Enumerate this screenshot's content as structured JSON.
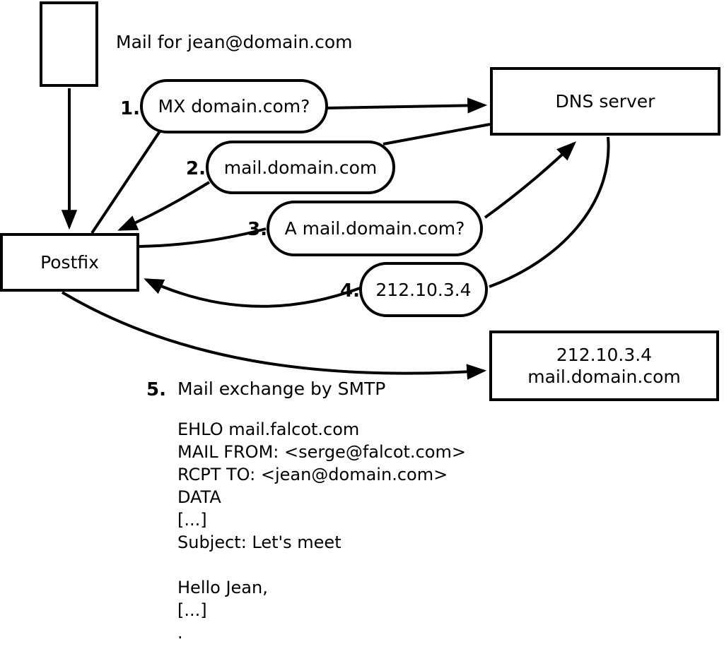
{
  "diagram": {
    "background": "#ffffff",
    "stroke_color": "#000000",
    "mail_note": "Mail for jean@domain.com",
    "nodes": {
      "postfix": "Postfix",
      "dns": "DNS server",
      "mail_server": {
        "line1": "212.10.3.4",
        "line2": "mail.domain.com"
      }
    },
    "steps": [
      {
        "num": "1.",
        "label": "MX domain.com?"
      },
      {
        "num": "2.",
        "label": "mail.domain.com"
      },
      {
        "num": "3.",
        "label": "A mail.domain.com?"
      },
      {
        "num": "4.",
        "label": "212.10.3.4"
      },
      {
        "num": "5.",
        "label": "Mail exchange by SMTP"
      }
    ],
    "smtp_session": [
      "EHLO mail.falcot.com",
      "MAIL FROM: <serge@falcot.com>",
      "RCPT TO: <jean@domain.com>",
      "DATA",
      "[...]",
      "Subject: Let's meet",
      "",
      "Hello Jean,",
      "[...]",
      "."
    ]
  }
}
